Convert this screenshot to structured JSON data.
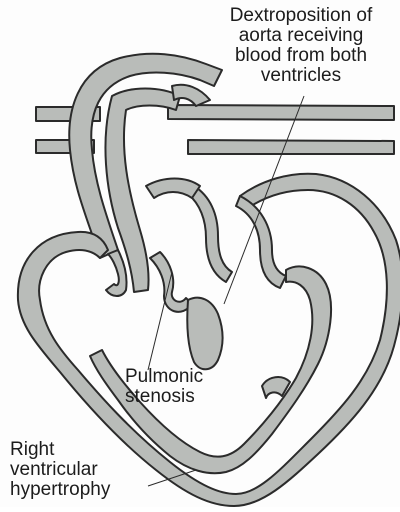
{
  "diagram": {
    "labels": {
      "aorta": "Dextroposition of\naorta receiving\nblood from both\nventricles",
      "pulmonic": "Pulmonic\nstenosis",
      "rvh": "Right\nventricular\nhypertrophy"
    },
    "colors": {
      "tissue_fill": "#b9bcb9",
      "outline": "#2b2b2b",
      "background": "#fdfdfd"
    }
  }
}
